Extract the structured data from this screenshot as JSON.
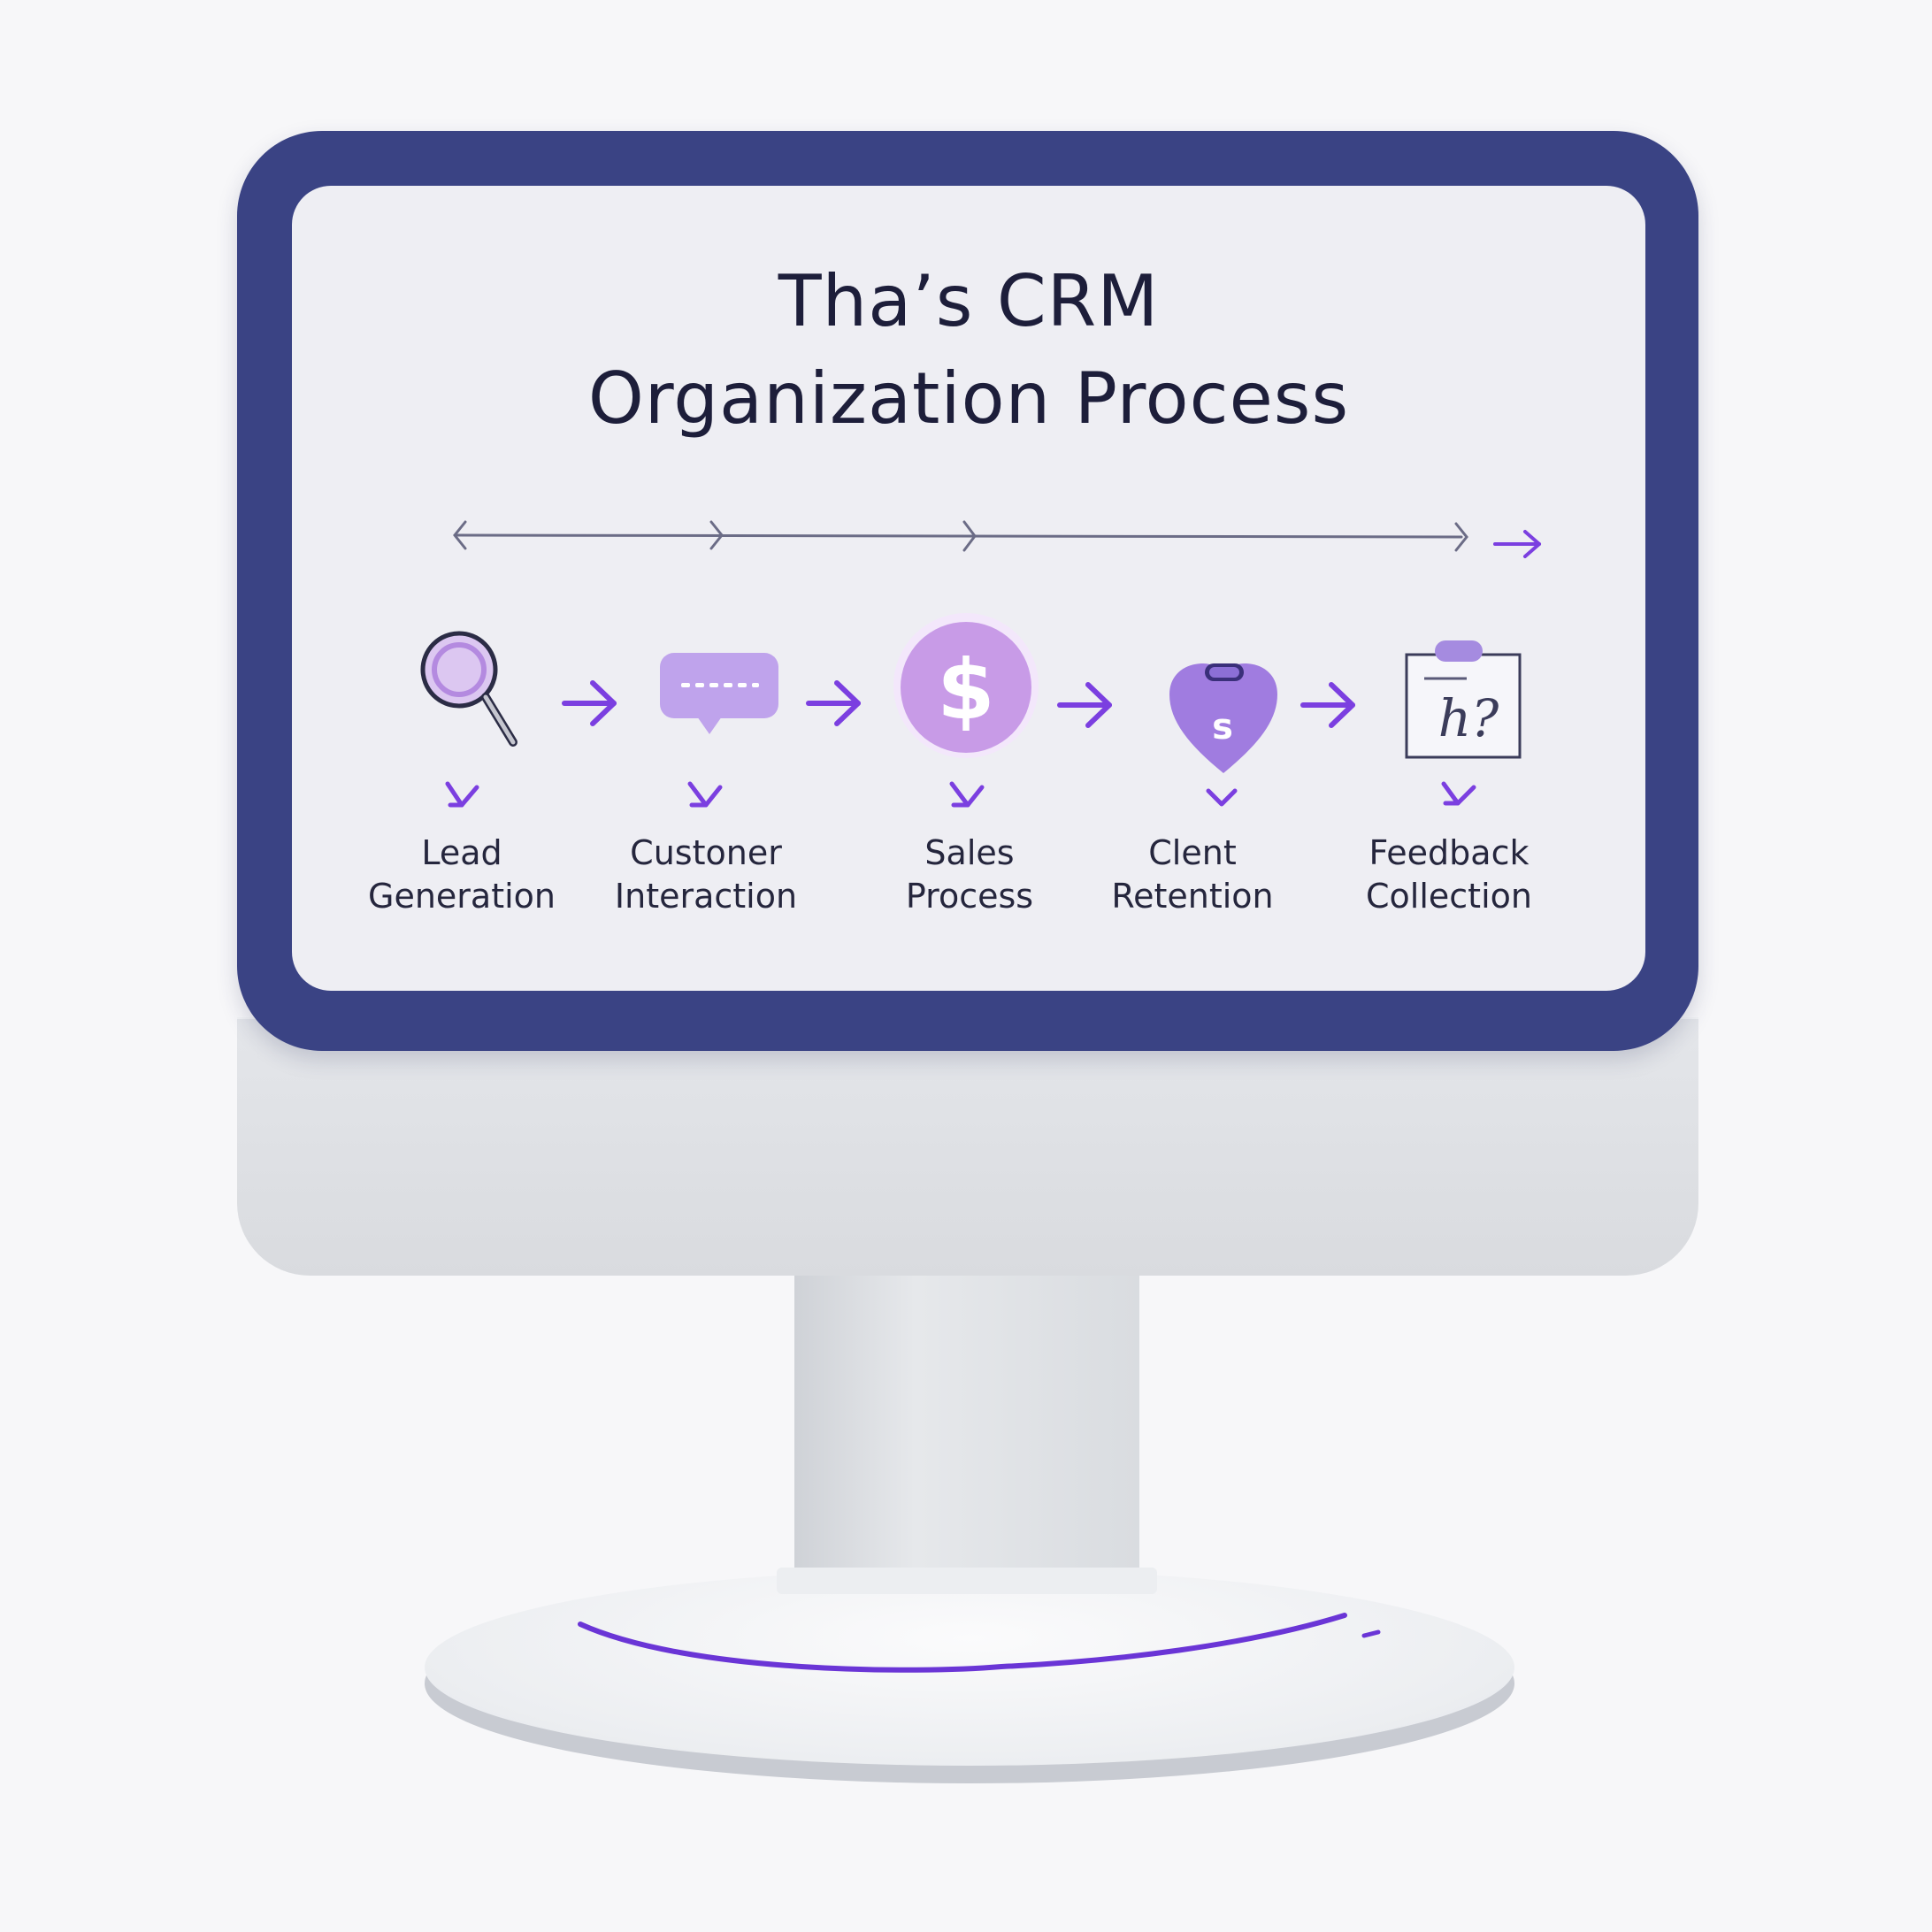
{
  "diagram": {
    "title_line_1": "Tha’s CRM",
    "title_line_2": "Organization Process",
    "steps": [
      {
        "line1": "Lead",
        "line2": "Generation",
        "icon": "magnifier-icon"
      },
      {
        "line1": "Custoner",
        "line2": "Interaction",
        "icon": "chat-bubble-icon"
      },
      {
        "line1": "Sales",
        "line2": "Process",
        "icon": "dollar-coin-icon"
      },
      {
        "line1": "Clent",
        "line2": "Retention",
        "icon": "heart-badge-icon"
      },
      {
        "line1": "Feedback",
        "line2": "Collection",
        "icon": "clipboard-icon"
      }
    ],
    "feedback_icon_text": "h?",
    "retention_icon_text": "s",
    "sales_icon_text": "$"
  },
  "colors": {
    "bezel": "#3a4384",
    "accent_purple": "#7b3fe0",
    "icon_lavender": "#c29ae6",
    "title_text": "#1d1e3a"
  }
}
